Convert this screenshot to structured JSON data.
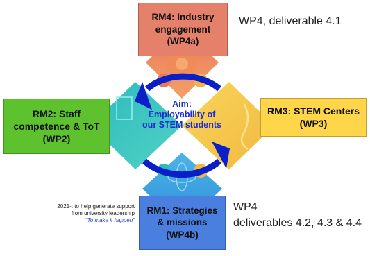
{
  "diagram": {
    "center": {
      "title": "Aim:",
      "text": "Employability of our STEM students"
    },
    "boxes": {
      "top": {
        "line1": "RM4: Industry",
        "line2": "engagement",
        "line3": "(WP4a)",
        "color": "#e5806a"
      },
      "left": {
        "line1": "RM2: Staff",
        "line2": "competence & ToT",
        "line3": "(WP2)",
        "color": "#5ec22f"
      },
      "right": {
        "line1": "RM3: STEM Centers",
        "line2": "(WP3)",
        "color": "#ffd64a"
      },
      "bottom": {
        "line1": "RM1: Strategies",
        "line2": "& missions",
        "line3": "(WP4b)",
        "color": "#4a7fe0"
      }
    },
    "notes": {
      "top_right": "WP4, deliverable 4.1",
      "bottom_right_line1": "WP4",
      "bottom_right_line2": "deliverables 4.2, 4.3 & 4.4",
      "support_line1": "2021-: to help generate support",
      "support_line2": "from university leadership",
      "support_quote": "\"To make it happen\""
    },
    "colors": {
      "puzzle_red": "#e9785c",
      "puzzle_teal": "#33c6c2",
      "puzzle_yellow": "#f6cf48",
      "puzzle_blue": "#3fa6e3",
      "arrow_blue": "#0a1fc8"
    }
  }
}
